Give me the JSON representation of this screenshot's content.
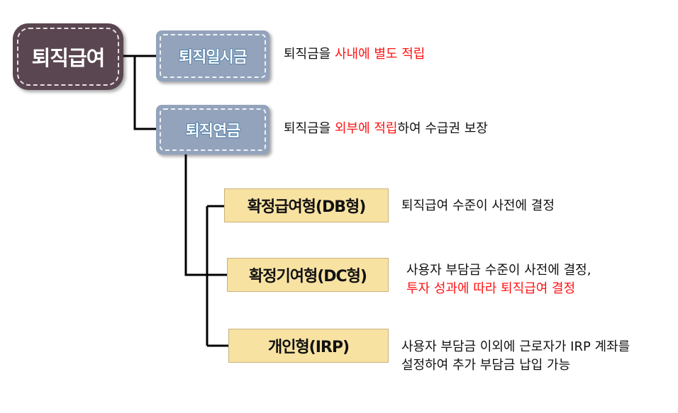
{
  "root": {
    "label": "퇴직급여"
  },
  "level1": [
    {
      "label": "퇴직일시금",
      "desc": [
        {
          "text": "퇴직금을 ",
          "highlight": false
        },
        {
          "text": "사내에 별도 적립",
          "highlight": true
        }
      ]
    },
    {
      "label": "퇴직연금",
      "desc": [
        {
          "text": "퇴직금을 ",
          "highlight": false
        },
        {
          "text": "외부에 적립",
          "highlight": true
        },
        {
          "text": "하여 수급권 보장",
          "highlight": false
        }
      ]
    }
  ],
  "level2": [
    {
      "label": "확정급여형(DB형)",
      "desc_lines": [
        "퇴직급여 수준이 사전에 결정"
      ]
    },
    {
      "label": "확정기여형(DC형)",
      "desc_lines": [
        "사용자 부담금 수준이 사전에 결정,",
        "투자 성과에 따라 퇴직급여 결정"
      ]
    },
    {
      "label": "개인형(IRP)",
      "desc_lines": [
        "사용자 부담금 이외에 근로자가 IRP 계좌를",
        "설정하여 추가 부담금 납입 가능"
      ]
    }
  ],
  "colors": {
    "root_fill": "#5a4650",
    "tag_fill": "#93a3bb",
    "tag_text_outline": "#1d5f97",
    "leaf_fill": "#f8e2a2",
    "highlight": "#ff1212",
    "connector": "#000000"
  }
}
